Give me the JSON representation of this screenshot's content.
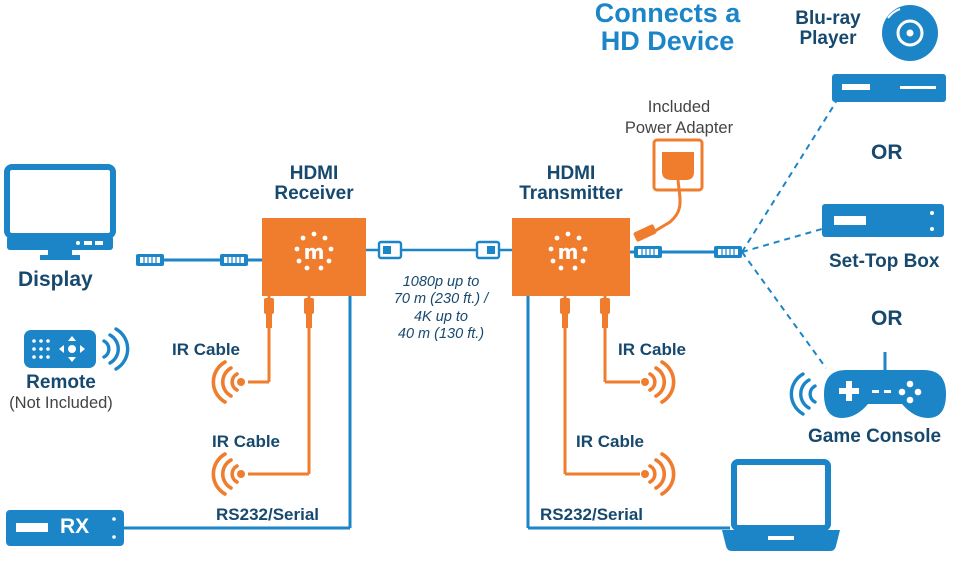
{
  "title": {
    "line1": "Connects a",
    "line2": "HD Device"
  },
  "devices": {
    "bluray": {
      "line1": "Blu-ray",
      "line2": "Player"
    },
    "or1": "OR",
    "settop": "Set-Top Box",
    "or2": "OR",
    "console": "Game Console",
    "display": "Display",
    "remote": {
      "line1": "Remote",
      "line2": "(Not Included)"
    },
    "rx": "RX"
  },
  "receiver": {
    "line1": "HDMI",
    "line2": "Receiver"
  },
  "transmitter": {
    "line1": "HDMI",
    "line2": "Transmitter"
  },
  "power": {
    "line1": "Included",
    "line2": "Power Adapter"
  },
  "range": {
    "line1": "1080p up to",
    "line2": "70 m (230 ft.) /",
    "line3": "4K up to",
    "line4": "40 m (130 ft.)"
  },
  "cables": {
    "ir_left_1": "IR Cable",
    "ir_left_2": "IR Cable",
    "ir_right_1": "IR Cable",
    "ir_right_2": "IR Cable",
    "serial_left": "RS232/Serial",
    "serial_right": "RS232/Serial"
  },
  "colors": {
    "blue": "#1c85c8",
    "dark_blue": "#17496e",
    "orange": "#f07d2d",
    "white": "#ffffff"
  },
  "icons": [
    "display-icon",
    "remote-icon",
    "rx-box-icon",
    "bluray-disc-icon",
    "bluray-player-icon",
    "settop-box-icon",
    "gamepad-icon",
    "laptop-icon",
    "power-adapter-icon",
    "hdmi-plug-icon",
    "ethernet-plug-icon",
    "ir-emitter-icon",
    "brand-logo-icon"
  ]
}
